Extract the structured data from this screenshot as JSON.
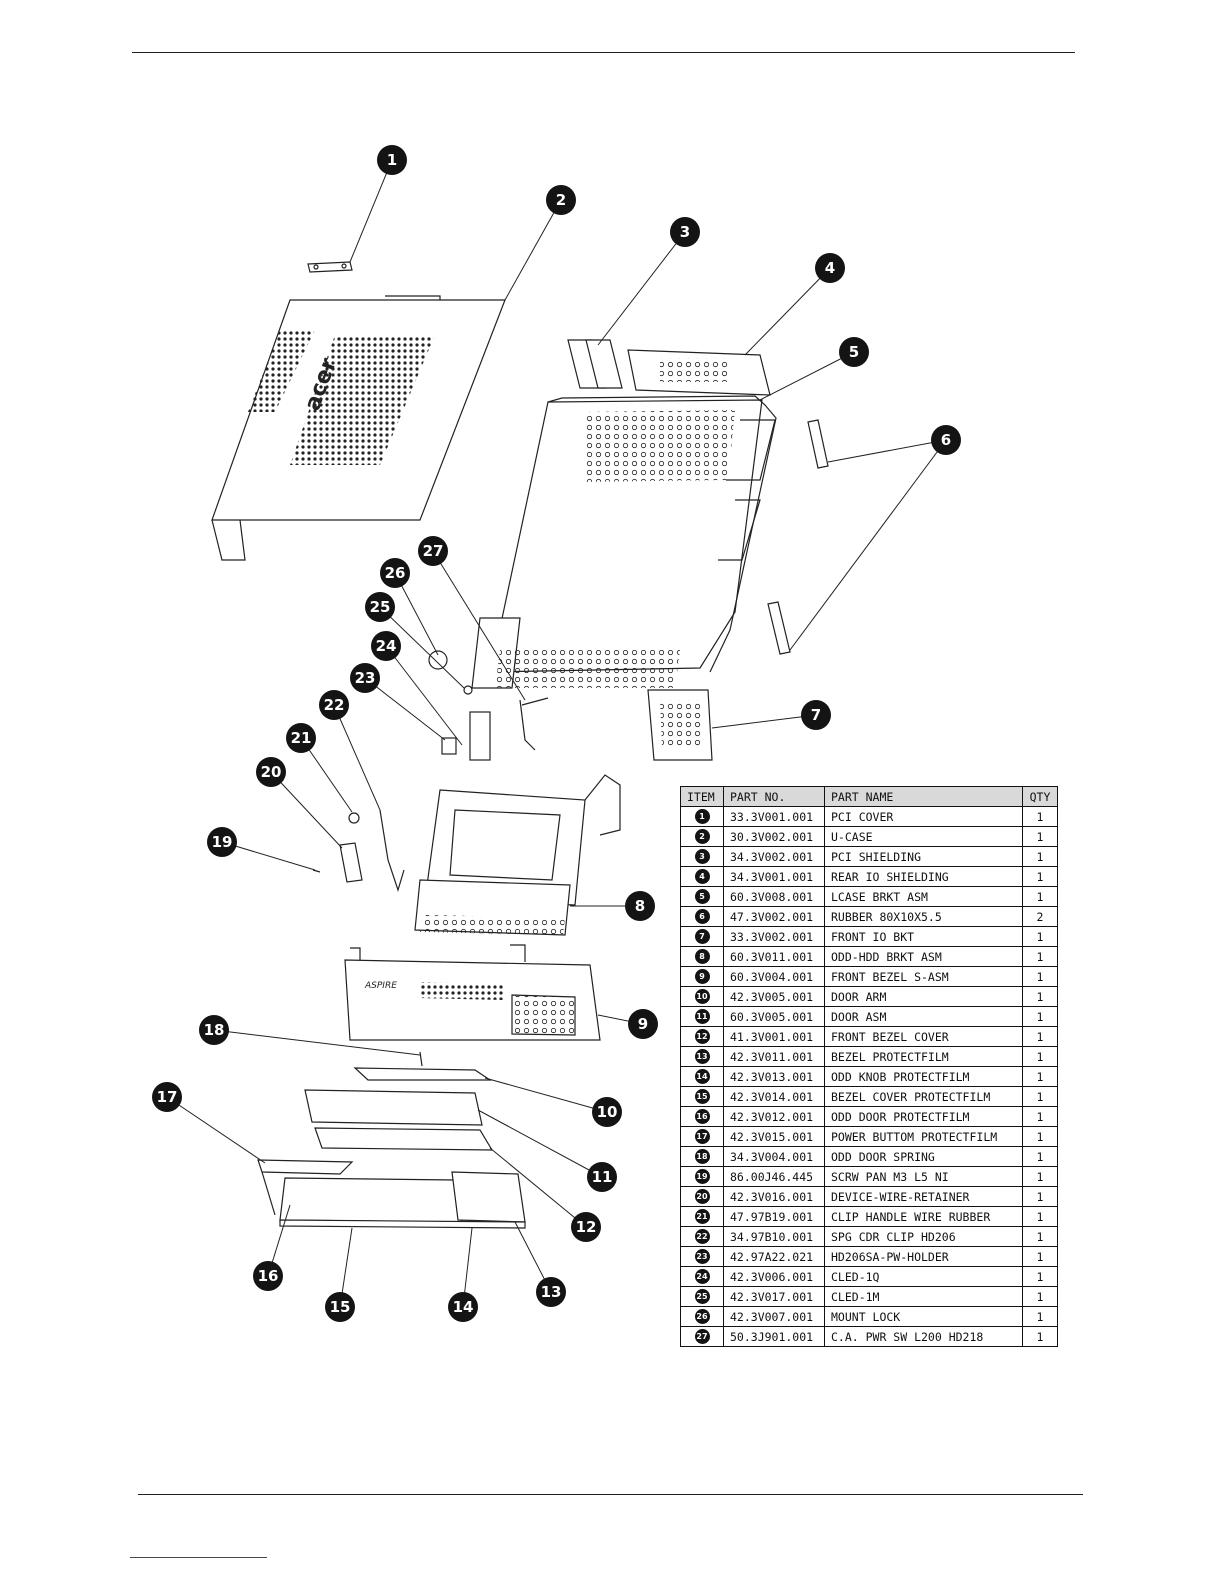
{
  "table": {
    "headers": {
      "item": "ITEM",
      "part_no": "PART NO.",
      "part_name": "PART NAME",
      "qty": "QTY"
    },
    "rows": [
      {
        "item": "1",
        "part_no": "33.3V001.001",
        "part_name": "PCI COVER",
        "qty": "1"
      },
      {
        "item": "2",
        "part_no": "30.3V002.001",
        "part_name": "U-CASE",
        "qty": "1"
      },
      {
        "item": "3",
        "part_no": "34.3V002.001",
        "part_name": "PCI SHIELDING",
        "qty": "1"
      },
      {
        "item": "4",
        "part_no": "34.3V001.001",
        "part_name": "REAR IO SHIELDING",
        "qty": "1"
      },
      {
        "item": "5",
        "part_no": "60.3V008.001",
        "part_name": "LCASE BRKT ASM",
        "qty": "1"
      },
      {
        "item": "6",
        "part_no": "47.3V002.001",
        "part_name": "RUBBER 80X10X5.5",
        "qty": "2"
      },
      {
        "item": "7",
        "part_no": "33.3V002.001",
        "part_name": "FRONT IO BKT",
        "qty": "1"
      },
      {
        "item": "8",
        "part_no": "60.3V011.001",
        "part_name": "ODD-HDD BRKT ASM",
        "qty": "1"
      },
      {
        "item": "9",
        "part_no": "60.3V004.001",
        "part_name": "FRONT BEZEL S-ASM",
        "qty": "1"
      },
      {
        "item": "10",
        "part_no": "42.3V005.001",
        "part_name": "DOOR ARM",
        "qty": "1"
      },
      {
        "item": "11",
        "part_no": "60.3V005.001",
        "part_name": "DOOR ASM",
        "qty": "1"
      },
      {
        "item": "12",
        "part_no": "41.3V001.001",
        "part_name": "FRONT BEZEL COVER",
        "qty": "1"
      },
      {
        "item": "13",
        "part_no": "42.3V011.001",
        "part_name": "BEZEL PROTECTFILM",
        "qty": "1"
      },
      {
        "item": "14",
        "part_no": "42.3V013.001",
        "part_name": "ODD KNOB PROTECTFILM",
        "qty": "1"
      },
      {
        "item": "15",
        "part_no": "42.3V014.001",
        "part_name": "BEZEL COVER PROTECTFILM",
        "qty": "1"
      },
      {
        "item": "16",
        "part_no": "42.3V012.001",
        "part_name": "ODD DOOR PROTECTFILM",
        "qty": "1"
      },
      {
        "item": "17",
        "part_no": "42.3V015.001",
        "part_name": "POWER BUTTOM PROTECTFILM",
        "qty": "1"
      },
      {
        "item": "18",
        "part_no": "34.3V004.001",
        "part_name": "ODD DOOR SPRING",
        "qty": "1"
      },
      {
        "item": "19",
        "part_no": "86.00J46.445",
        "part_name": "SCRW PAN M3 L5 NI",
        "qty": "1"
      },
      {
        "item": "20",
        "part_no": "42.3V016.001",
        "part_name": "DEVICE-WIRE-RETAINER",
        "qty": "1"
      },
      {
        "item": "21",
        "part_no": "47.97B19.001",
        "part_name": "CLIP HANDLE WIRE RUBBER",
        "qty": "1"
      },
      {
        "item": "22",
        "part_no": "34.97B10.001",
        "part_name": "SPG CDR CLIP HD206",
        "qty": "1"
      },
      {
        "item": "23",
        "part_no": "42.97A22.021",
        "part_name": "HD206SA-PW-HOLDER",
        "qty": "1"
      },
      {
        "item": "24",
        "part_no": "42.3V006.001",
        "part_name": "CLED-1Q",
        "qty": "1"
      },
      {
        "item": "25",
        "part_no": "42.3V017.001",
        "part_name": "CLED-1M",
        "qty": "1"
      },
      {
        "item": "26",
        "part_no": "42.3V007.001",
        "part_name": "MOUNT LOCK",
        "qty": "1"
      },
      {
        "item": "27",
        "part_no": "50.3J901.001",
        "part_name": "C.A. PWR SW L200 HD218",
        "qty": "1"
      }
    ]
  },
  "diagram": {
    "brand_marks": [
      "acer",
      "ASPIRE"
    ],
    "callouts": [
      "1",
      "2",
      "3",
      "4",
      "5",
      "6",
      "7",
      "8",
      "9",
      "10",
      "11",
      "12",
      "13",
      "14",
      "15",
      "16",
      "17",
      "18",
      "19",
      "20",
      "21",
      "22",
      "23",
      "24",
      "25",
      "26",
      "27"
    ]
  }
}
